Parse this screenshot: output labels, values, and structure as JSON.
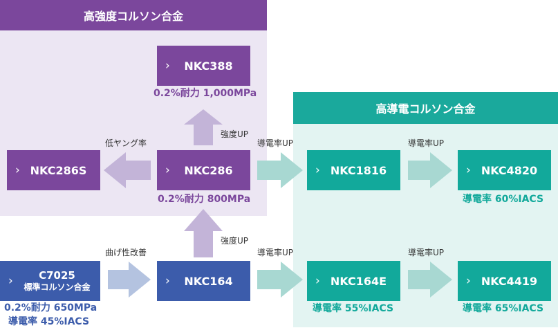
{
  "regions": {
    "high_strength_title": "高強度コルソン合金",
    "high_conductivity_title": "高導電コルソン合金"
  },
  "boxes": {
    "nkc388": "NKC388",
    "nkc286s": "NKC286S",
    "nkc286": "NKC286",
    "nkc1816": "NKC1816",
    "nkc4820": "NKC4820",
    "c7025_line1": "C7025",
    "c7025_line2": "標準コルソン合金",
    "nkc164": "NKC164",
    "nkc164e": "NKC164E",
    "nkc4419": "NKC4419"
  },
  "notes": {
    "nkc388_spec": "0.2%耐力 1,000MPa",
    "nkc286_spec": "0.2%耐力 800MPa",
    "nkc4820_spec": "導電率 60%IACS",
    "c7025_spec1": "0.2%耐力 650MPa",
    "c7025_spec2": "導電率 45%IACS",
    "nkc164e_spec": "導電率 55%IACS",
    "nkc4419_spec": "導電率 65%IACS"
  },
  "arrow_labels": {
    "low_young": "低ヤング率",
    "strength_up_1": "強度UP",
    "conductivity_up_1": "導電率UP",
    "conductivity_up_2": "導電率UP",
    "strength_up_2": "強度UP",
    "bendability": "曲げ性改善",
    "conductivity_up_3": "導電率UP",
    "conductivity_up_4": "導電率UP"
  },
  "icons": {
    "chevron": "›"
  },
  "colors": {
    "purple": "#7b479c",
    "teal": "#12a99b",
    "blue": "#3c5cab",
    "purple_bg": "#ece6f3",
    "teal_bg": "#e3f4f2",
    "arrow_purple": "#c3b4d8",
    "arrow_teal": "#a8d8d2",
    "arrow_blue": "#b4c3e0"
  }
}
